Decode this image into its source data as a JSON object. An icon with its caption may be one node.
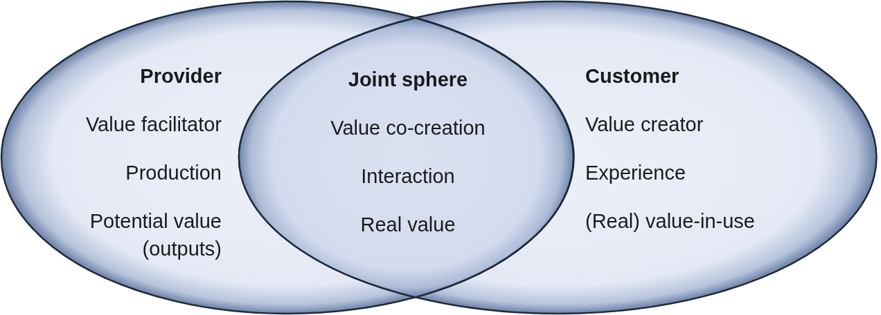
{
  "diagram": {
    "nodes": [
      {
        "text": [
          "Provider",
          "Value facilitator",
          "Production",
          "Potential value (outputs)"
        ]
      },
      {
        "text": [
          "Joint sphere",
          "Value co-creation",
          "Interaction",
          "Real value"
        ]
      },
      {
        "text": [
          "Customer",
          "Value creator",
          "Experience",
          "(Real) value-in-use"
        ]
      }
    ]
  }
}
